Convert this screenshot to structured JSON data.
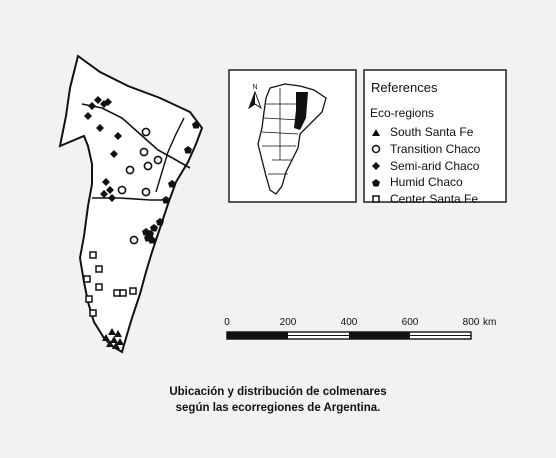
{
  "legend": {
    "title": "References",
    "subtitle": "Eco-regions",
    "items": [
      {
        "label": "South Santa Fe",
        "symbol": "triangle"
      },
      {
        "label": "Transition Chaco",
        "symbol": "circle-open"
      },
      {
        "label": "Semi-arid Chaco",
        "symbol": "diamond"
      },
      {
        "label": "Humid Chaco",
        "symbol": "pentagon"
      },
      {
        "label": "Center Santa Fe",
        "symbol": "square-open"
      }
    ]
  },
  "inset": {
    "north_label": "N"
  },
  "scale_bar": {
    "ticks": [
      "0",
      "200",
      "400",
      "600",
      "800"
    ],
    "unit": "km"
  },
  "caption": {
    "line1": "Ubicación y distribución de colmenares",
    "line2": "según las ecorregiones de Argentina."
  },
  "colors": {
    "background": "#f2f2f2",
    "ink": "#111111",
    "map_fill": "#ffffff"
  }
}
